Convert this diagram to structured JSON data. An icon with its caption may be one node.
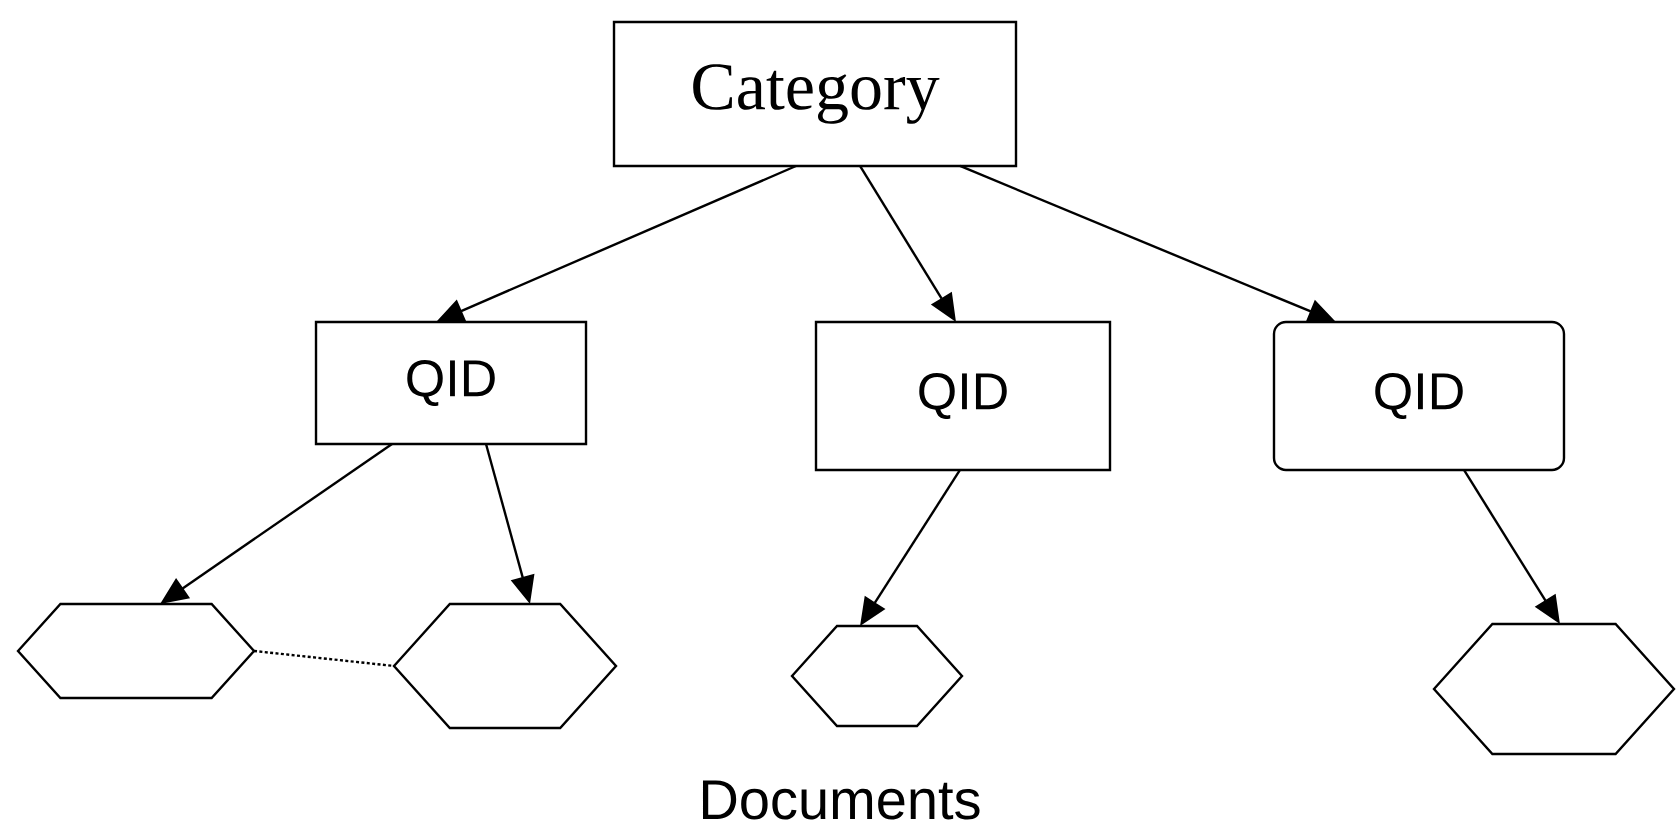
{
  "diagram": {
    "nodes": [
      {
        "text": [
          "Category"
        ]
      },
      {
        "text": [
          "QID"
        ]
      },
      {
        "text": [
          "QID"
        ]
      },
      {
        "text": [
          "QID"
        ]
      },
      {
        "text": [],
        "shape": "hexagon"
      },
      {
        "text": [],
        "shape": "hexagon"
      },
      {
        "text": [],
        "shape": "hexagon"
      },
      {
        "text": [],
        "shape": "hexagon"
      }
    ],
    "edges": [
      {
        "from": 0,
        "to": 1,
        "arrow": "to"
      },
      {
        "from": 0,
        "to": 2,
        "arrow": "to"
      },
      {
        "from": 0,
        "to": 3,
        "arrow": "to"
      },
      {
        "from": 1,
        "to": 4,
        "arrow": "to"
      },
      {
        "from": 1,
        "to": 5,
        "arrow": "to"
      },
      {
        "from": 2,
        "to": 6,
        "arrow": "to"
      },
      {
        "from": 3,
        "to": 7,
        "arrow": "to"
      },
      {
        "from": 4,
        "to": 5,
        "arrow": "none",
        "style": "dashed"
      }
    ],
    "labels": [
      "Documents"
    ]
  }
}
